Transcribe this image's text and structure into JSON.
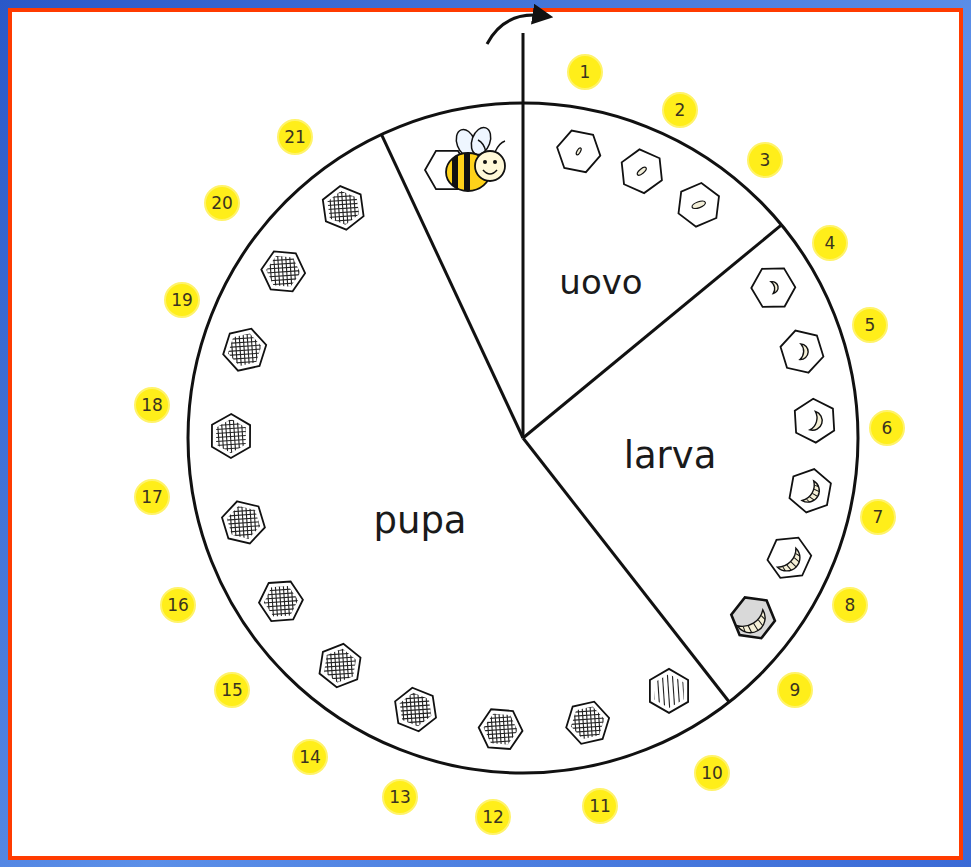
{
  "diagram": {
    "nodes": [
      {
        "text": [
          "1"
        ]
      },
      {
        "text": [
          "2"
        ]
      },
      {
        "text": [
          "3"
        ]
      },
      {
        "text": [
          "4"
        ]
      },
      {
        "text": [
          "5"
        ]
      },
      {
        "text": [
          "6"
        ]
      },
      {
        "text": [
          "7"
        ]
      },
      {
        "text": [
          "8"
        ]
      },
      {
        "text": [
          "9"
        ]
      },
      {
        "text": [
          "10"
        ]
      },
      {
        "text": [
          "11"
        ]
      },
      {
        "text": [
          "12"
        ]
      },
      {
        "text": [
          "13"
        ]
      },
      {
        "text": [
          "14"
        ]
      },
      {
        "text": [
          "15"
        ]
      },
      {
        "text": [
          "16"
        ]
      },
      {
        "text": [
          "17"
        ]
      },
      {
        "text": [
          "18"
        ]
      },
      {
        "text": [
          "19"
        ]
      },
      {
        "text": [
          "20"
        ]
      },
      {
        "text": [
          "21"
        ]
      }
    ],
    "labels": [
      "uovo",
      "larva",
      "pupa"
    ]
  }
}
